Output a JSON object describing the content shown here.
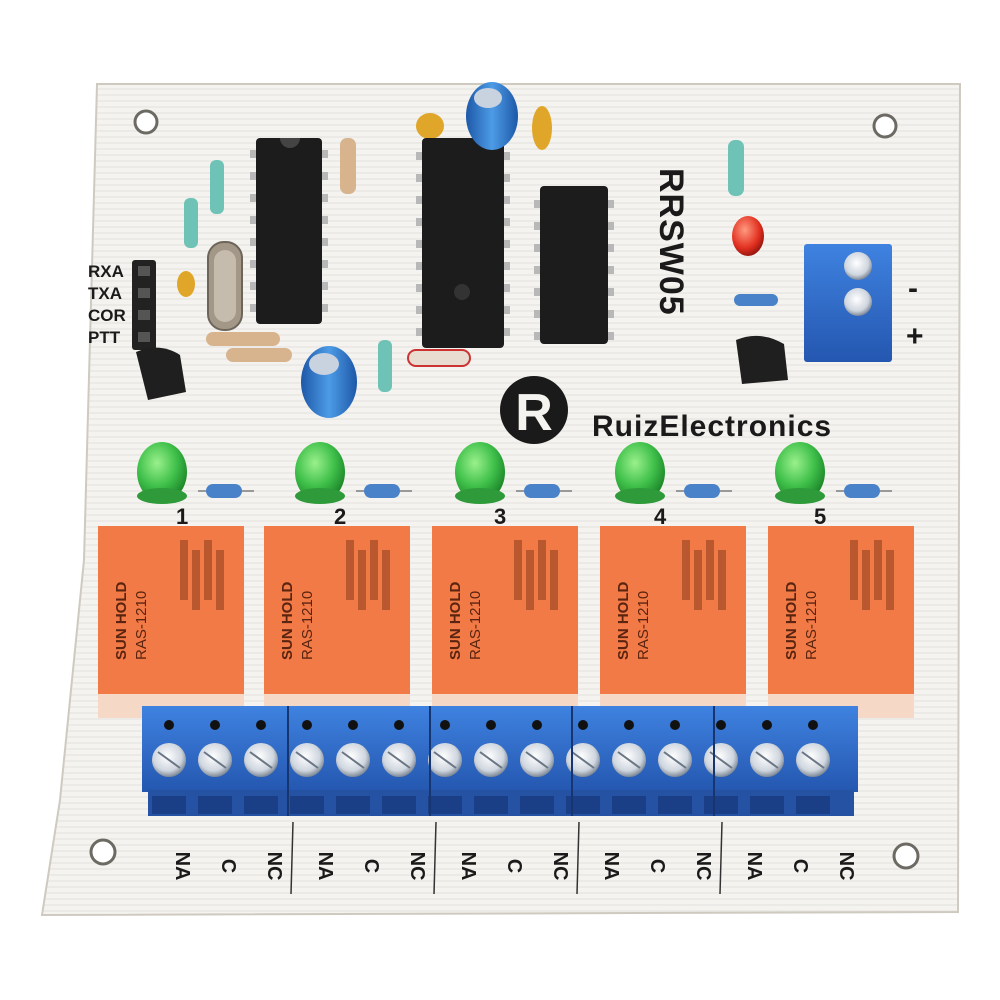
{
  "board": {
    "model": "RRSW05",
    "brand": "RuizElectronics",
    "logo_letter": "R",
    "input_labels": [
      "RXA",
      "TXA",
      "COR",
      "PTT"
    ],
    "power_labels": {
      "minus": "-",
      "plus": "+"
    }
  },
  "relays": [
    {
      "number": "1",
      "brand": "SUN HOLD",
      "model": "RAS-1210"
    },
    {
      "number": "2",
      "brand": "SUN HOLD",
      "model": "RAS-1210"
    },
    {
      "number": "3",
      "brand": "SUN HOLD",
      "model": "RAS-1210"
    },
    {
      "number": "4",
      "brand": "SUN HOLD",
      "model": "RAS-1210"
    },
    {
      "number": "5",
      "brand": "SUN HOLD",
      "model": "RAS-1210"
    }
  ],
  "contact_labels": [
    "NA",
    "C",
    "NC"
  ],
  "colors": {
    "pcb": "#f3f2ee",
    "relay": "#f27a46",
    "terminal": "#2f6fd1",
    "led_green": "#3fc04a",
    "led_red": "#e23020",
    "ic": "#1c1c1c"
  }
}
